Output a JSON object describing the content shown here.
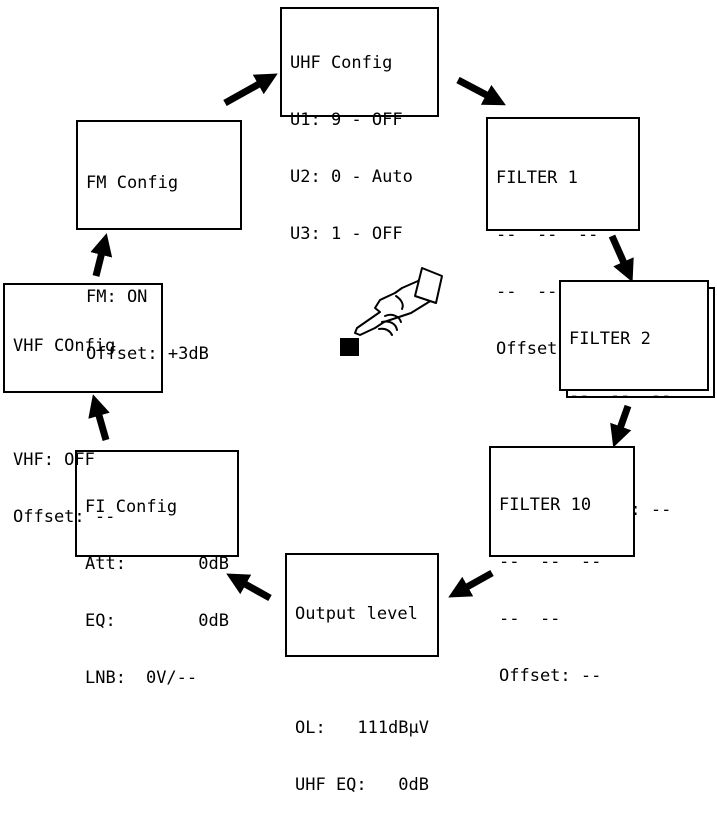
{
  "screens": {
    "uhf_config": {
      "title": "UHF Config",
      "lines": [
        "U1: 9 - OFF",
        "U2: 0 - Auto",
        "U3: 1 - OFF"
      ]
    },
    "filter1": {
      "title": "FILTER 1",
      "line1": "--  --  --",
      "line2": "--  --",
      "offset": "Offset: --"
    },
    "filter2": {
      "title": "FILTER 2",
      "line1": "--  --  --",
      "line2": "--  --",
      "offset": "Offset: --"
    },
    "filter10": {
      "title": "FILTER 10",
      "line1": "--  --  --",
      "line2": "--  --",
      "offset": "Offset: --"
    },
    "output_level": {
      "title": "Output level",
      "ol_label": "OL:",
      "ol_value": "111dBµV",
      "eq_label": "UHF EQ:",
      "eq_value": "0dB"
    },
    "fi_config": {
      "title": "FI Config",
      "att_label": "Att:",
      "att_value": "0dB",
      "eq_label": "EQ:",
      "eq_value": "0dB",
      "lnb_label": "LNB:",
      "lnb_value": "0V/--"
    },
    "vhf_config": {
      "title": "VHF COnfig",
      "line1": "VHF: OFF",
      "line2": "Offset: --"
    },
    "fm_config": {
      "title": "FM Config",
      "line1": "FM: ON",
      "line2": "Offset: +3dB"
    }
  },
  "icons": {
    "center": "pointing-hand-icon",
    "button": "square-button-icon"
  },
  "colors": {
    "ink": "#000000",
    "background": "#ffffff"
  }
}
